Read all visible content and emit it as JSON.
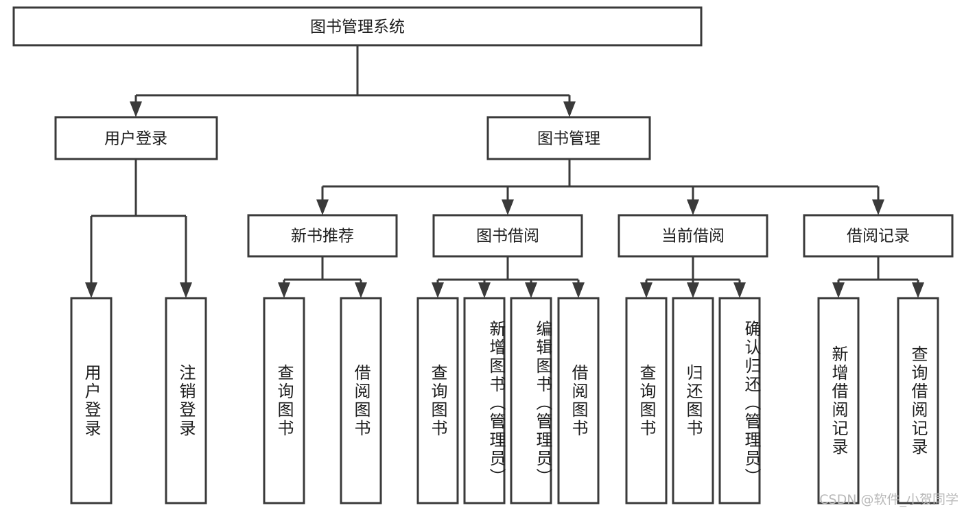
{
  "diagram": {
    "type": "tree-hierarchy",
    "title": "图书管理系统",
    "root": {
      "id": "root",
      "label": "图书管理系统"
    },
    "level1": [
      {
        "id": "user-login",
        "label": "用户登录"
      },
      {
        "id": "book-manage",
        "label": "图书管理"
      }
    ],
    "level2": [
      {
        "id": "new-book-rec",
        "label": "新书推荐",
        "parent": "book-manage"
      },
      {
        "id": "book-borrow",
        "label": "图书借阅",
        "parent": "book-manage"
      },
      {
        "id": "current-borrow",
        "label": "当前借阅",
        "parent": "book-manage"
      },
      {
        "id": "borrow-record",
        "label": "借阅记录",
        "parent": "book-manage"
      }
    ],
    "leaves": [
      {
        "id": "leaf-user-login",
        "label": "用户登录",
        "parent": "user-login",
        "align": "center"
      },
      {
        "id": "leaf-user-logout",
        "label": "注销登录",
        "parent": "user-login",
        "align": "center"
      },
      {
        "id": "leaf-rec-query",
        "label": "查询图书",
        "parent": "new-book-rec",
        "align": "center"
      },
      {
        "id": "leaf-rec-borrow",
        "label": "借阅图书",
        "parent": "new-book-rec",
        "align": "center"
      },
      {
        "id": "leaf-bb-query",
        "label": "查询图书",
        "parent": "book-borrow",
        "align": "center"
      },
      {
        "id": "leaf-bb-add",
        "label": "新增图书（管理员）",
        "parent": "book-borrow",
        "align": "top"
      },
      {
        "id": "leaf-bb-edit",
        "label": "编辑图书（管理员）",
        "parent": "book-borrow",
        "align": "top"
      },
      {
        "id": "leaf-bb-borrow",
        "label": "借阅图书",
        "parent": "book-borrow",
        "align": "center"
      },
      {
        "id": "leaf-cb-query",
        "label": "查询图书",
        "parent": "current-borrow",
        "align": "center"
      },
      {
        "id": "leaf-cb-return",
        "label": "归还图书",
        "parent": "current-borrow",
        "align": "center"
      },
      {
        "id": "leaf-cb-confirm",
        "label": "确认归还（管理员）",
        "parent": "current-borrow",
        "align": "top"
      },
      {
        "id": "leaf-br-add",
        "label": "新增借阅记录",
        "parent": "borrow-record",
        "align": "center"
      },
      {
        "id": "leaf-br-query",
        "label": "查询借阅记录",
        "parent": "borrow-record",
        "align": "center"
      }
    ],
    "colors": {
      "stroke": "#3a3a3a",
      "fill": "#ffffff",
      "text": "#1d1d1d",
      "watermark": "#b9b9b9",
      "background": "#ffffff"
    }
  },
  "watermark": {
    "text": "CSDN @软件_小贺同学"
  }
}
